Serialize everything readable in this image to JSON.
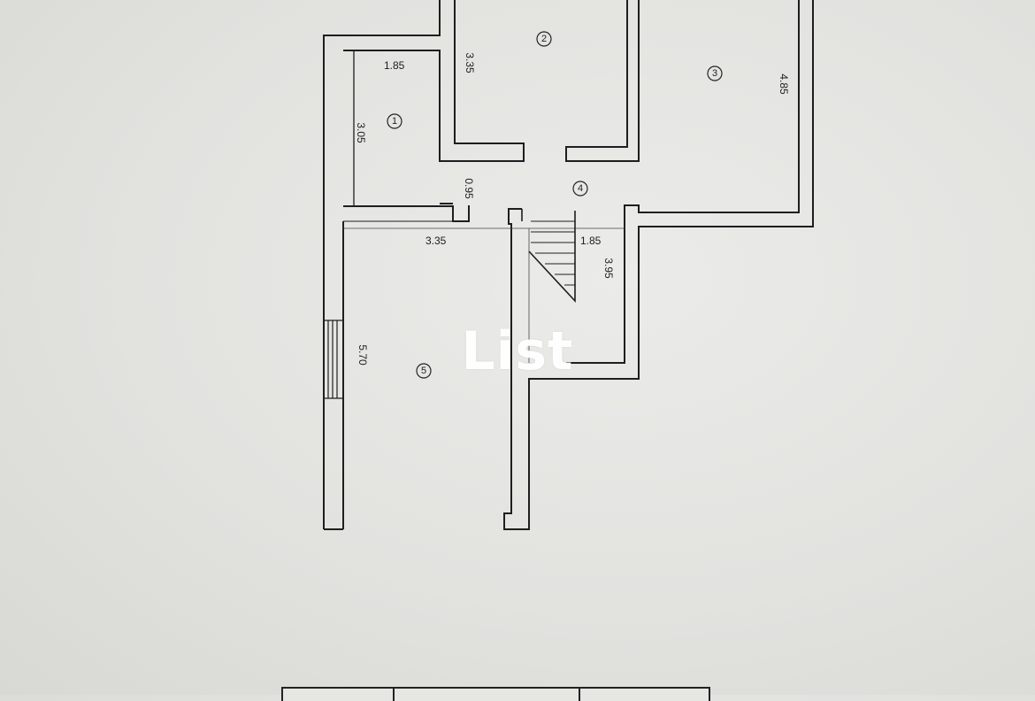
{
  "floor_plan": {
    "rooms": [
      {
        "number": "1"
      },
      {
        "number": "2"
      },
      {
        "number": "3"
      },
      {
        "number": "4"
      },
      {
        "number": "5"
      }
    ],
    "dimensions": [
      "1.85",
      "3.05",
      "3.35",
      "4.85",
      "0.95",
      "3.35",
      "1.85",
      "3.95",
      "5.70"
    ]
  },
  "watermark": {
    "text": "List"
  },
  "colors": {
    "wall": "#1e1e1e",
    "paper": "#e4e4e1",
    "watermark": "#ffffff"
  }
}
